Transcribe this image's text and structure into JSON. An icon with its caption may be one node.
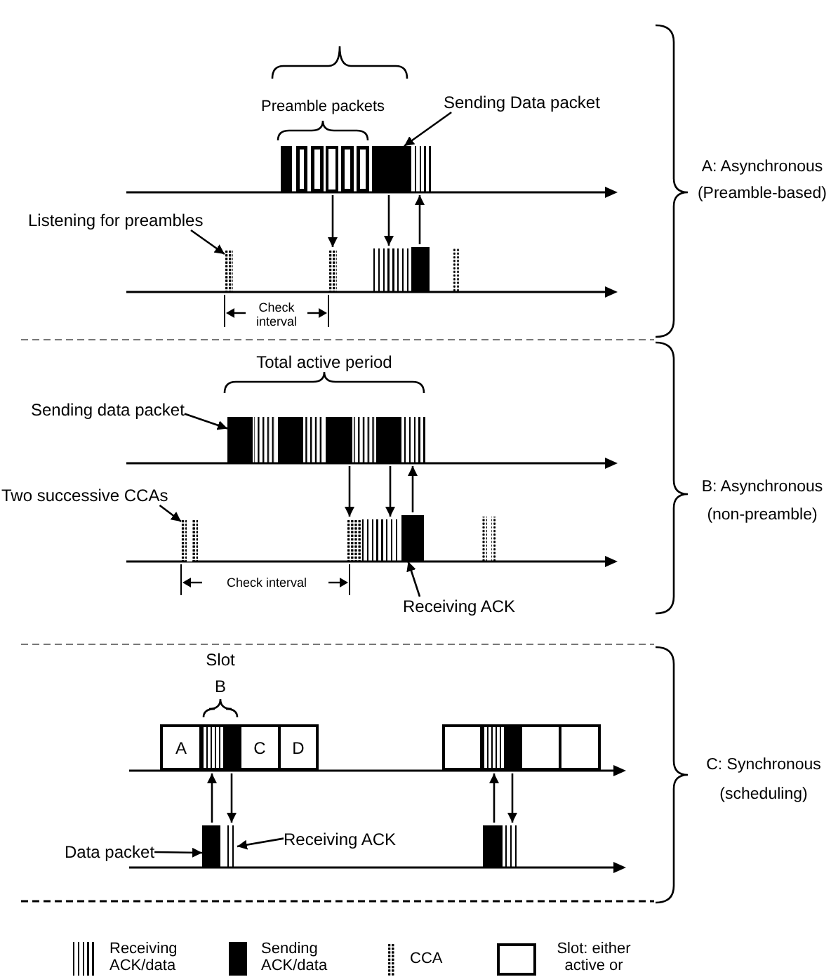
{
  "diagram": {
    "nodes": [
      {
        "text": [
          "Sending Data packet"
        ]
      },
      {
        "text": [],
        "shape": "bar"
      },
      {
        "text": [],
        "shape": "bar"
      },
      {
        "text": [],
        "shape": "bar"
      },
      {
        "text": [
          "Listening for preambles"
        ]
      },
      {
        "text": [],
        "shape": "bar"
      },
      {
        "text": [],
        "shape": "bar"
      },
      {
        "text": [],
        "shape": "bar"
      },
      {
        "text": [],
        "shape": "bar"
      },
      {
        "text": [
          "Sending data packet"
        ]
      },
      {
        "text": [],
        "shape": "bar"
      },
      {
        "text": [],
        "shape": "bar"
      },
      {
        "text": [],
        "shape": "bar"
      },
      {
        "text": [],
        "shape": "bar"
      },
      {
        "text": [
          "Two successive CCAs"
        ]
      },
      {
        "text": [],
        "shape": "bar"
      },
      {
        "text": [],
        "shape": "bar"
      },
      {
        "text": [],
        "shape": "bar"
      },
      {
        "text": [],
        "shape": "bar"
      },
      {
        "text": [
          "Receiving ACK"
        ]
      },
      {
        "text": [
          "A"
        ]
      },
      {
        "text": [],
        "shape": "box",
        "beside": [
          "B"
        ]
      },
      {
        "text": [
          "C"
        ]
      },
      {
        "text": [
          "D"
        ]
      },
      {
        "text": [],
        "shape": "box"
      },
      {
        "text": [],
        "shape": "box"
      },
      {
        "text": [],
        "shape": "box"
      },
      {
        "text": [],
        "shape": "box"
      },
      {
        "text": [
          "Data packet"
        ]
      },
      {
        "text": [],
        "shape": "bar"
      },
      {
        "text": [],
        "shape": "bar"
      },
      {
        "text": [
          "Receiving ACK"
        ]
      },
      {
        "text": [],
        "shape": "bar"
      },
      {
        "text": [],
        "shape": "bar"
      }
    ],
    "edges": [
      {
        "from": 0,
        "to": 2,
        "arrow": "to"
      },
      {
        "from": 4,
        "to": 5,
        "arrow": "to"
      },
      {
        "from": 9,
        "to": 10,
        "arrow": "to"
      },
      {
        "from": 14,
        "to": 15,
        "arrow": "to"
      },
      {
        "from": 19,
        "to": 18,
        "arrow": "to"
      },
      {
        "from": 28,
        "to": 29,
        "arrow": "to"
      },
      {
        "from": 31,
        "to": 30,
        "arrow": "to"
      },
      {
        "from": 1,
        "to": 6,
        "arrow": "to"
      },
      {
        "from": 2,
        "to": 7,
        "arrow": "to"
      },
      {
        "from": 8,
        "to": 3,
        "arrow": "to"
      },
      {
        "from": 11,
        "to": 16,
        "arrow": "to"
      },
      {
        "from": 12,
        "to": 17,
        "arrow": "to"
      },
      {
        "from": 18,
        "to": 13,
        "arrow": "to"
      },
      {
        "from": 29,
        "to": 21,
        "arrow": "to"
      },
      {
        "from": 21,
        "to": 30,
        "arrow": "to"
      },
      {
        "from": 32,
        "to": 25,
        "arrow": "to"
      },
      {
        "from": 25,
        "to": 33,
        "arrow": "to"
      }
    ],
    "labels": [
      "Preamble packets",
      "A: Asynchronous (Preamble-based)",
      "Check interval",
      "Total active period",
      "B: Asynchronous (non-preamble)",
      "Check interval",
      "Slot",
      "C: Synchronous (scheduling)"
    ],
    "legend": [
      {
        "text": "Receiving ACK/data"
      },
      {
        "text": "Sending ACK/data"
      },
      {
        "text": "CCA"
      },
      {
        "text": "Slot: either active or"
      }
    ]
  }
}
